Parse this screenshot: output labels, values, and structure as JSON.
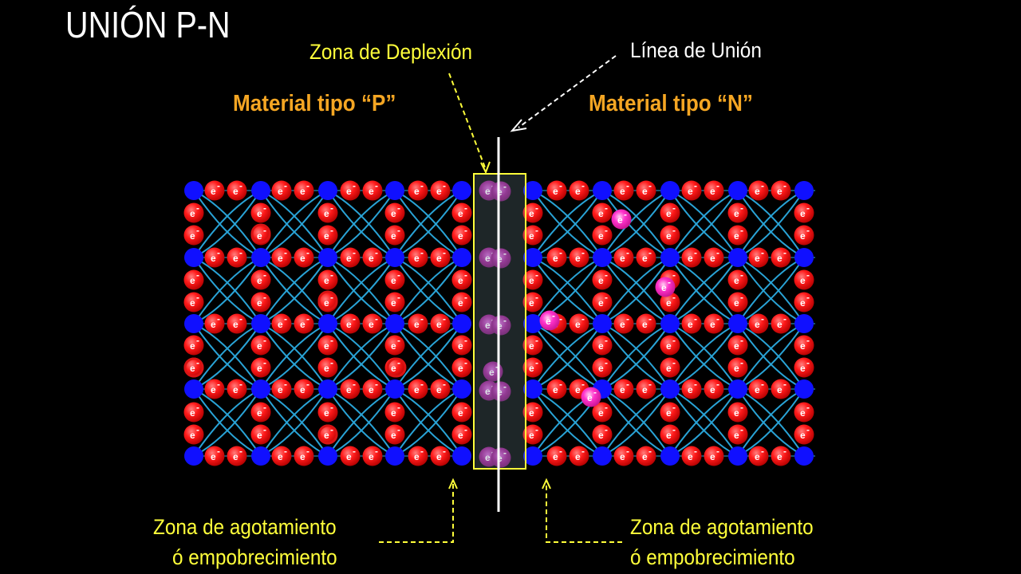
{
  "title": "UNIÓN P-N",
  "labels": {
    "depletion_zone": "Zona de Deplexión",
    "junction_line": "Línea de Unión",
    "p_material": "Material tipo “P”",
    "n_material": "Material tipo “N”",
    "left_zone_line1": "Zona de agotamiento",
    "left_zone_line2": "ó empobrecimiento",
    "right_zone_line1": "Zona de agotamiento",
    "right_zone_line2": "ó empobrecimiento"
  },
  "electron_symbol": "e",
  "electron_sup": "-",
  "colors": {
    "background": "#000000",
    "atom": "#1010ff",
    "electron": "#ff1a1a",
    "free_electron": "#ff33cc",
    "bond": "#29a3d6",
    "depletion_box": "#ffff3a",
    "orange_text": "#f5a623",
    "hole": "#d91414"
  }
}
